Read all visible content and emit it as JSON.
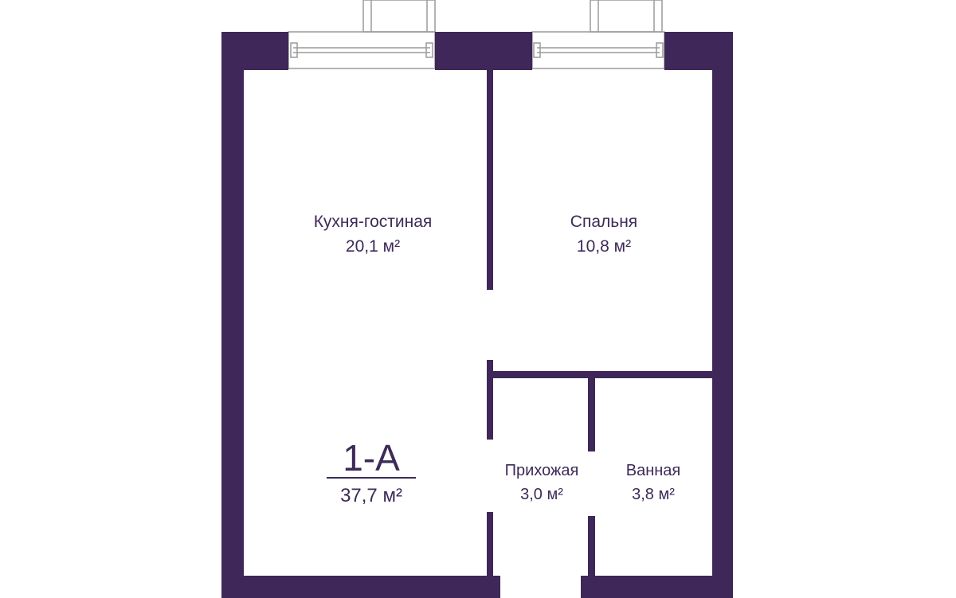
{
  "colors": {
    "wall": "#3f2759",
    "text": "#3d2a58",
    "window_line": "#9a9a9a",
    "background": "#ffffff"
  },
  "apartment": {
    "code": "1-А",
    "total_area": "37,7 м²"
  },
  "rooms": {
    "kitchen_living": {
      "name": "Кухня-гостиная",
      "area": "20,1 м²"
    },
    "bedroom": {
      "name": "Спальня",
      "area": "10,8 м²"
    },
    "hallway": {
      "name": "Прихожая",
      "area": "3,0 м²"
    },
    "bathroom": {
      "name": "Ванная",
      "area": "3,8 м²"
    }
  }
}
